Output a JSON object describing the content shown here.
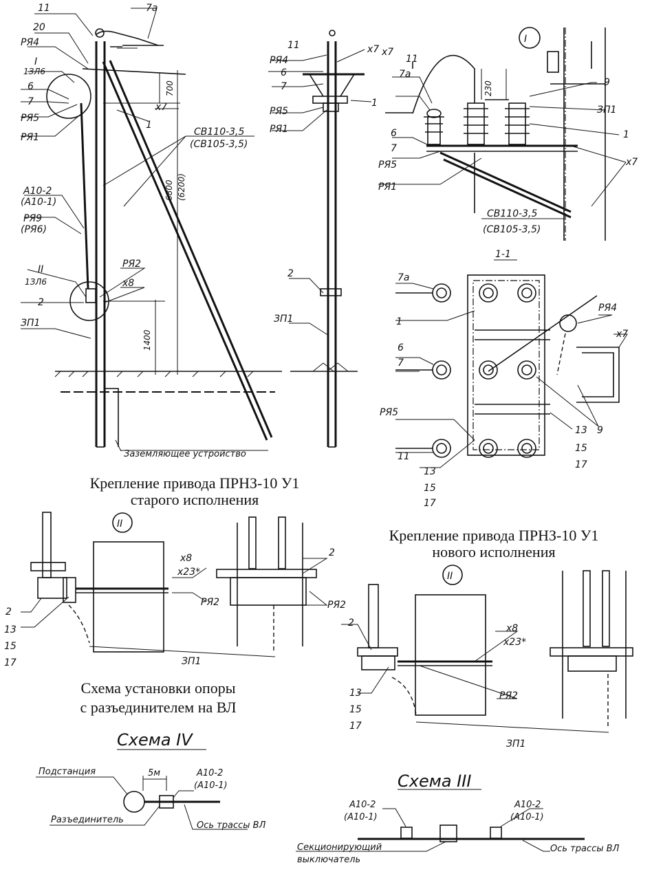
{
  "captions": {
    "old_mount": [
      "Крепление привода ПРНЗ-10 У1",
      "старого исполнения"
    ],
    "new_mount": [
      "Крепление привода ПРНЗ-10 У1",
      "нового исполнения"
    ],
    "scheme_install": [
      "Схема установки опоры",
      "с разъединителем на ВЛ"
    ]
  },
  "labels": {
    "l11": "11",
    "l20": "20",
    "l7a": "7а",
    "PR4": "РЯ4",
    "I": "I",
    "ZEL6": "1ЗЛ6",
    "l6": "6",
    "l7": "7",
    "PR5": "РЯ5",
    "PR1": "РЯ1",
    "x7": "х7",
    "l1": "1",
    "dim700": "700",
    "SV": "СВ110-3,5",
    "SVb": "(СВ105-3,5)",
    "dim6800": "6800",
    "dim6200": "(6200)",
    "A102": "А10-2",
    "A101": "(А10-1)",
    "PR9": "РЯ9",
    "PR6": "(РЯ6)",
    "II": "II",
    "PR2": "РЯ2",
    "x8": "х8",
    "l2": "2",
    "ZP1": "ЗП1",
    "dim1400": "1400",
    "ground_device": "Заземляющее устройство",
    "dim230": "230",
    "l9": "9",
    "sec11": "1-1",
    "l13": "13",
    "l15": "15",
    "l17": "17",
    "x23": "х23*",
    "scheme4": "Схема IV",
    "scheme3": "Схема III",
    "substation": "Подстанция",
    "five_m": "5м",
    "disconnector": "Разъединитель",
    "axis": "Ось трассы ВЛ",
    "sect1": "Секционирующий",
    "sect2": "выключатель"
  }
}
